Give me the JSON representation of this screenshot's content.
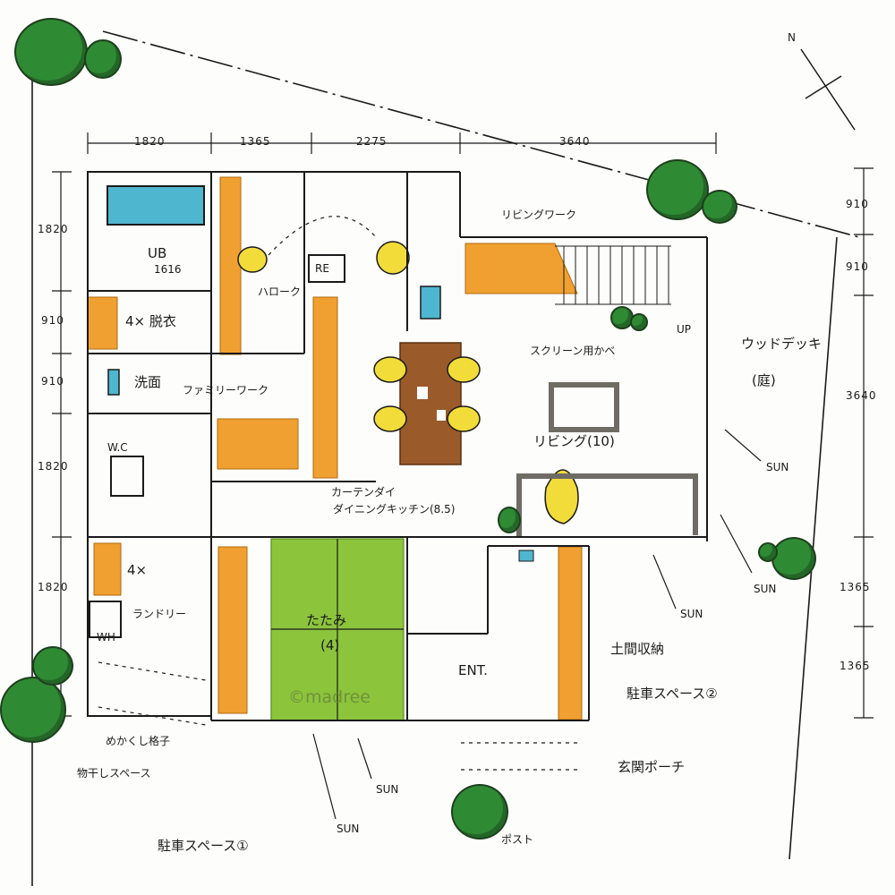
{
  "dimensions": {
    "top": [
      "1820",
      "1365",
      "2275",
      "3640"
    ],
    "left": [
      "1820",
      "910",
      "910",
      "1820",
      "1820"
    ],
    "right": [
      "910",
      "910",
      "3640",
      "1365",
      "1365"
    ]
  },
  "rooms": {
    "ub": "UB",
    "ub_size": "1616",
    "re": "RE",
    "lavatory": "4× 脱衣",
    "washroom": "洗面",
    "family_work": "ファミリーワーク",
    "hallway": "ハローク",
    "living_work": "リビングワーク",
    "screen_wall": "スクリーン用かべ",
    "up": "UP",
    "wood_deck": "ウッドデッキ",
    "garden": "(庭)",
    "living": "リビング(10)",
    "counter": "カーテンダイ",
    "dining_kitchen": "ダイニングキッチン(8.5)",
    "wc": "W.C",
    "storage_4x_a": "4×",
    "laundry": "ランドリー",
    "wh": "WH",
    "tatami": "たたみ",
    "tatami_size": "(4)",
    "entrance": "ENT.",
    "shoe_storage": "土間収納",
    "parking2": "駐車スペース②",
    "porch": "玄関ポーチ",
    "lattice": "めかくし格子",
    "drying": "物干しスペース",
    "parking1": "駐車スペース①",
    "post": "ポスト",
    "n_mark": "N"
  },
  "sun_labels": [
    "SUN",
    "SUN",
    "SUN",
    "SUN",
    "SUN"
  ],
  "watermark": "©madree",
  "colors": {
    "orange": "#f0a030",
    "tatami": "#8cc43c",
    "bath": "#4fb6cf",
    "wood": "#9a5a2a",
    "chair": "#f2dc3a",
    "tree": "#2f8a34",
    "ink": "#1a1a1a",
    "shadow": "#6e6c64"
  }
}
